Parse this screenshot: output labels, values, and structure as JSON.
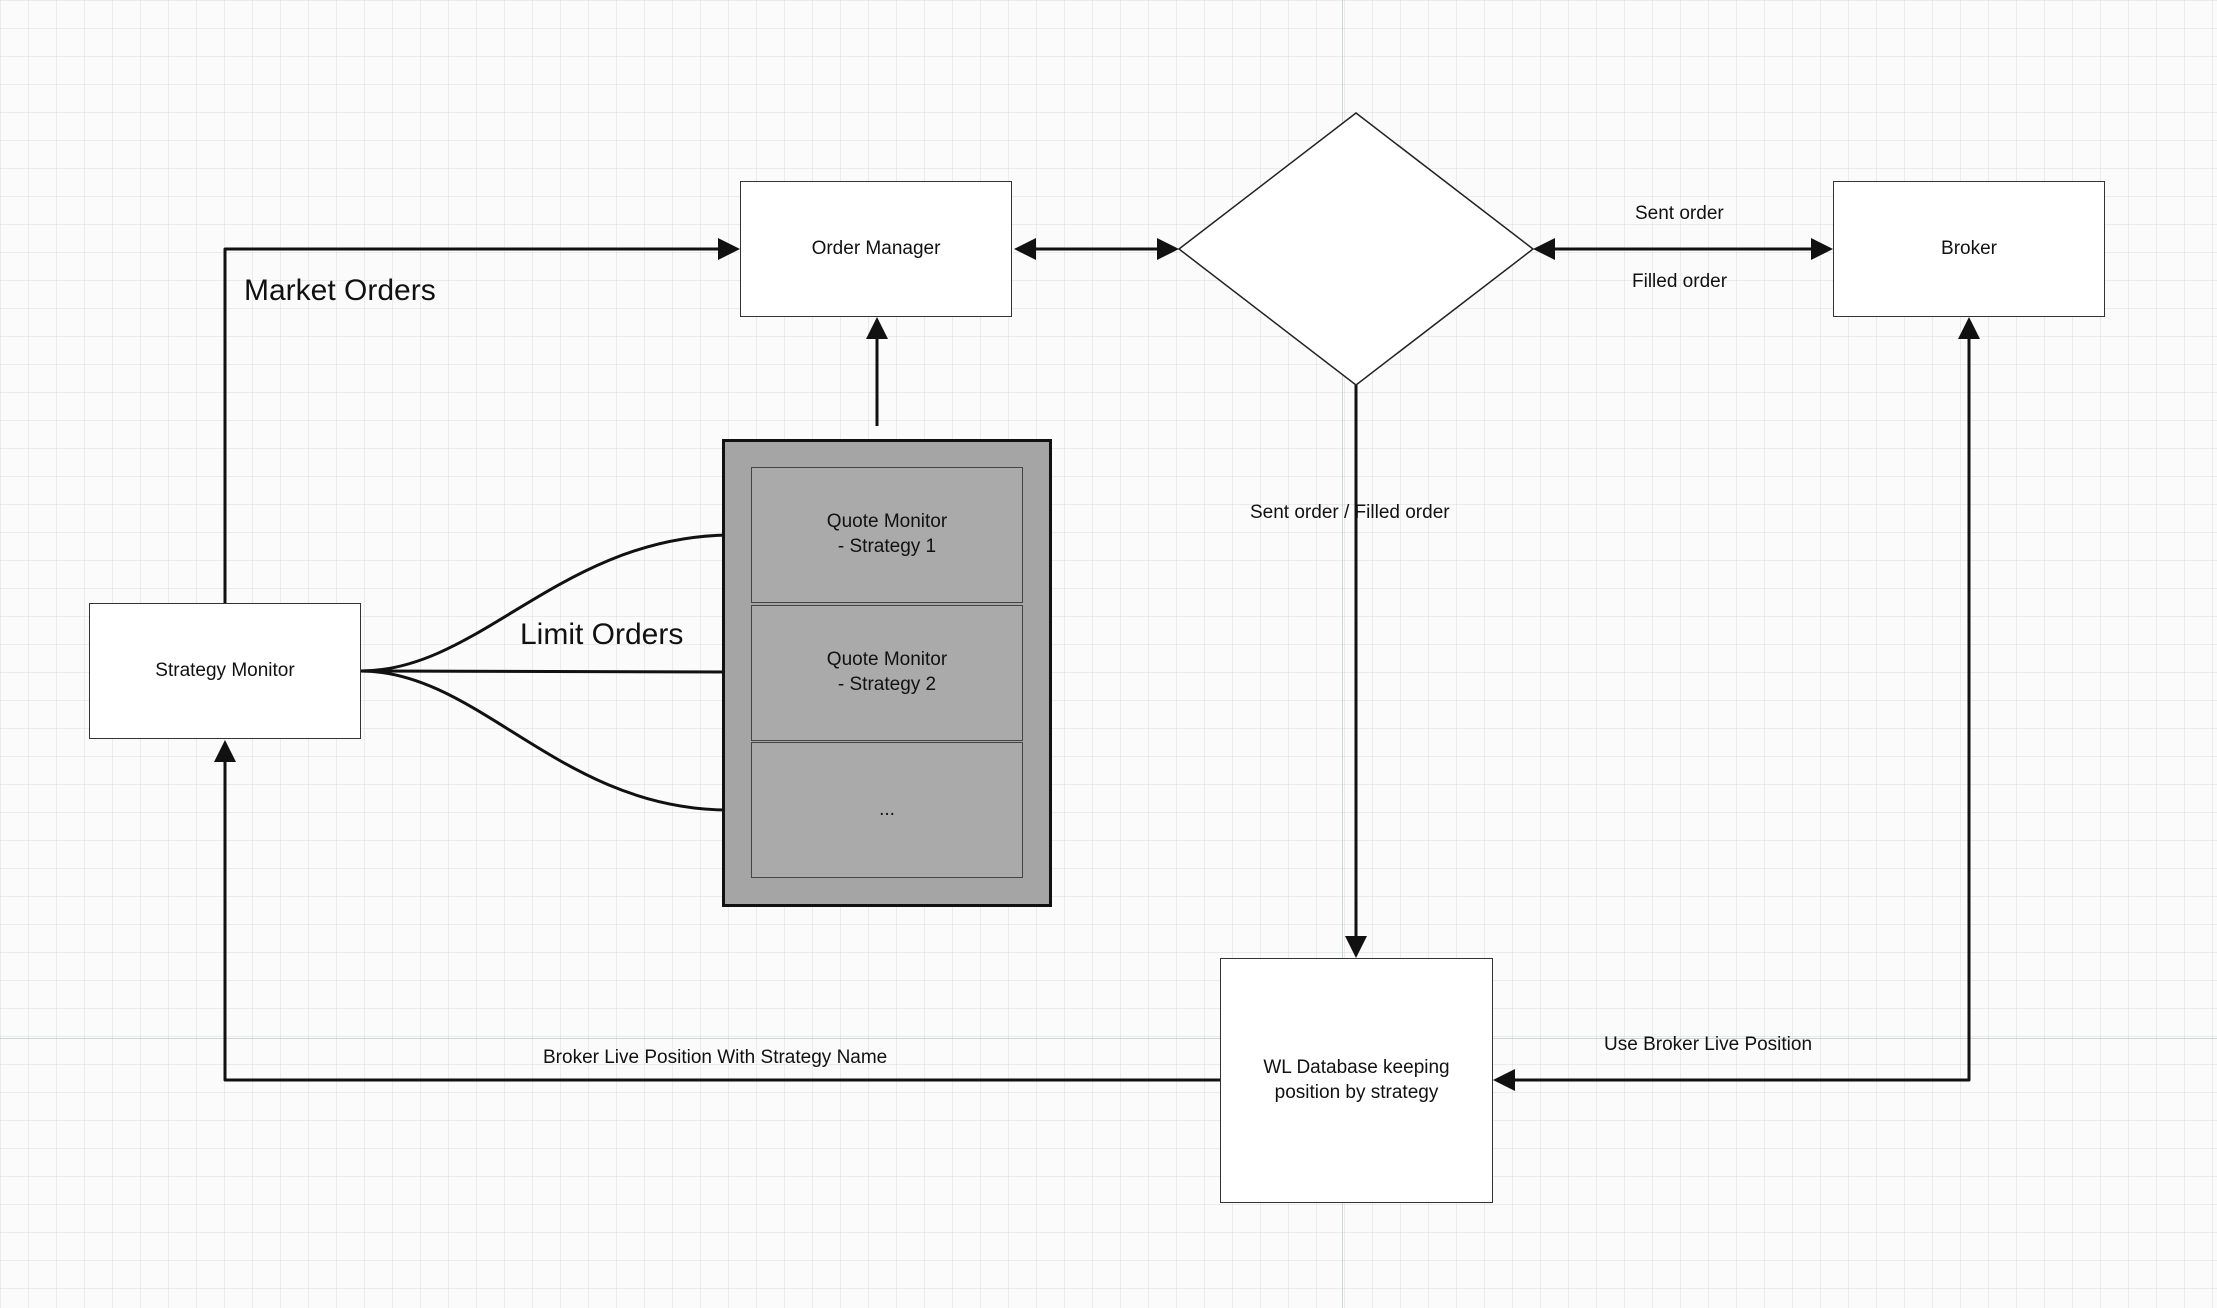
{
  "nodes": {
    "order_manager": "Order Manager",
    "broker": "Broker",
    "strategy_monitor": "Strategy Monitor",
    "quote_monitor_1": "Quote Monitor\n - Strategy 1",
    "quote_monitor_2": "Quote Monitor\n - Strategy 2",
    "quote_monitor_more": "...",
    "wl_database": "WL Database keeping\nposition by strategy"
  },
  "edge_labels": {
    "market_orders": "Market Orders",
    "limit_orders": "Limit Orders",
    "sent_order": "Sent order",
    "filled_order": "Filled order",
    "sent_filled_order": "Sent order /  Filled order",
    "use_broker_live_position": "Use Broker Live Position",
    "broker_live_position_with_strategy": "Broker Live Position With Strategy Name"
  },
  "colors": {
    "line": "#111111",
    "node_fill": "#ffffff",
    "container_fill": "#a5a5a5",
    "inner_fill": "#aaaaaa"
  }
}
